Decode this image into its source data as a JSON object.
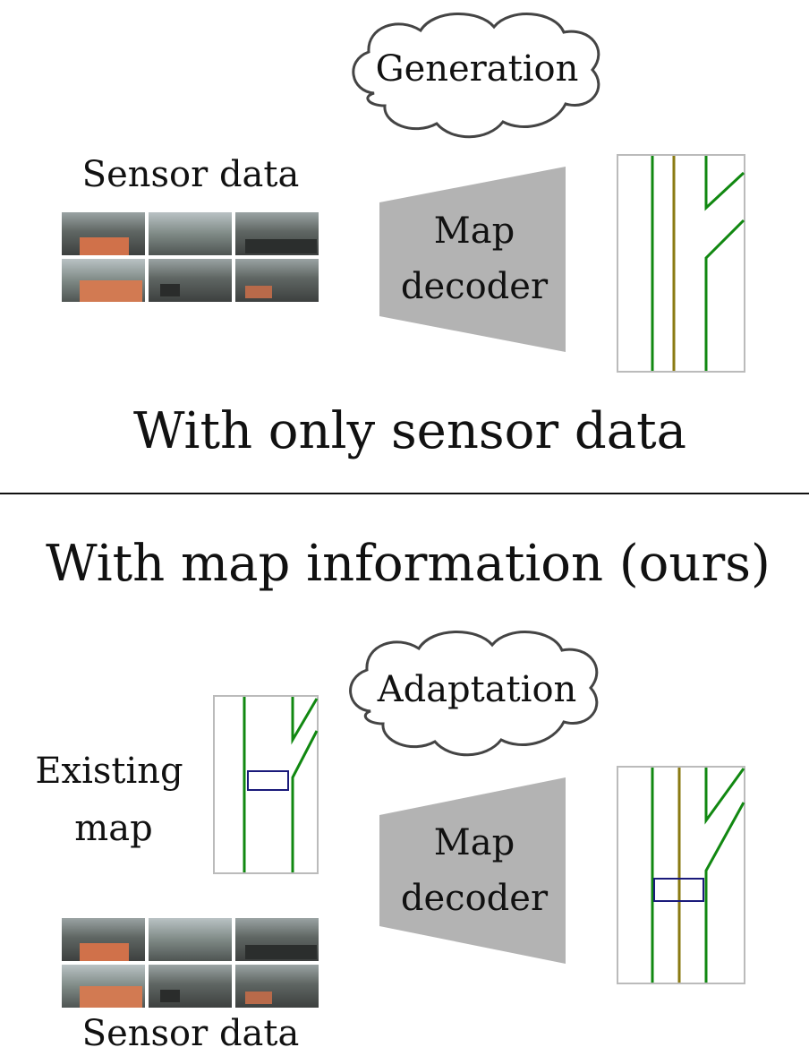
{
  "top_section": {
    "cloud_label": "Generation",
    "sensor_label": "Sensor data",
    "decoder_label_line1": "Map",
    "decoder_label_line2": "decoder",
    "caption": "With only sensor data"
  },
  "bottom_section": {
    "caption": "With map information (ours)",
    "cloud_label": "Adaptation",
    "existing_map_line1": "Existing",
    "existing_map_line2": "map",
    "decoder_label_line1": "Map",
    "decoder_label_line2": "decoder",
    "sensor_label": "Sensor data"
  },
  "colors": {
    "lane_green": "#118811",
    "center_olive": "#8a7a12",
    "highlight_box": "#1a1a7a",
    "decoder_gray": "#b3b3b3",
    "cloud_stroke": "#444444",
    "frame_gray": "#bbbbbb"
  },
  "icons": [
    "cloud-icon",
    "decoder-trapezoid-icon",
    "sensor-camera-grid-icon",
    "lane-map-icon"
  ]
}
